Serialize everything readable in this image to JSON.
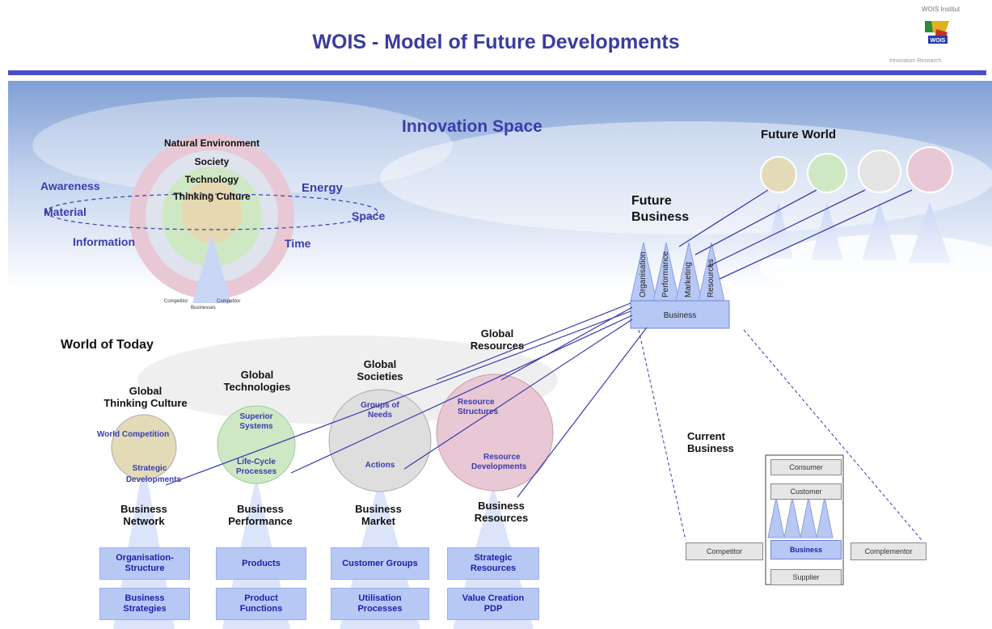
{
  "header": {
    "title": "WOIS - Model of Future Developments",
    "logo_top": "WOIS Institut",
    "logo_mark": "WOIS",
    "logo_bottom": "Innovation Research"
  },
  "innovation": {
    "title": "Innovation Space",
    "circle_labels": [
      "Natural Environment",
      "Society",
      "Technology",
      "Thinking Culture"
    ],
    "outer_left": [
      "Awareness",
      "Material",
      "Information"
    ],
    "outer_right": [
      "Energy",
      "Space",
      "Time"
    ],
    "base": [
      "Competitor",
      "Competitor",
      "Businesses"
    ]
  },
  "future_world": {
    "title": "Future World"
  },
  "future_business": {
    "title_line1": "Future",
    "title_line2": "Business",
    "pillars": [
      "Organisation",
      "Performance",
      "Marketing",
      "Resources"
    ],
    "box": "Business"
  },
  "today": {
    "title": "World of Today",
    "columns": [
      {
        "head1": "Global",
        "head2": "Thinking Culture",
        "inner": [
          "World Competition",
          "Strategic",
          "Developments"
        ],
        "biz1": "Business",
        "biz2": "Network",
        "box1": [
          "Organisation-",
          "Structure"
        ],
        "box2": [
          "Business",
          "Strategies"
        ]
      },
      {
        "head1": "Global",
        "head2": "Technologies",
        "inner": [
          "Superior",
          "Systems",
          "Life-Cycle",
          "Processes"
        ],
        "biz1": "Business",
        "biz2": "Performance",
        "box1": [
          "Products",
          ""
        ],
        "box2": [
          "Product",
          "Functions"
        ]
      },
      {
        "head1": "Global",
        "head2": "Societies",
        "inner": [
          "Groups of",
          "Needs",
          "Actions"
        ],
        "biz1": "Business",
        "biz2": "Market",
        "box1": [
          "Customer Groups",
          ""
        ],
        "box2": [
          "Utilisation",
          "Processes"
        ]
      },
      {
        "head1": "Global",
        "head2": "Resources",
        "inner": [
          "Resource",
          "Structures",
          "Resource",
          "Developments"
        ],
        "biz1": "Business",
        "biz2": "Resources",
        "box1": [
          "Strategic",
          "Resources"
        ],
        "box2": [
          "Value Creation",
          "PDP"
        ]
      }
    ]
  },
  "current_business": {
    "title_line1": "Current",
    "title_line2": "Business",
    "consumer": "Consumer",
    "customer": "Customer",
    "competitor": "Competitor",
    "business": "Business",
    "complementor": "Complementor",
    "supplier": "Supplier"
  },
  "colors": {
    "title": "#3a3c9e",
    "rule": "#4a4ec8",
    "sky": "#9fb8e0",
    "circle_pink": "#e8c8d4",
    "circle_green": "#cfe8c4",
    "circle_tan": "#e3dbb8",
    "circle_gray": "#dedede",
    "box_blue": "#b7c8f4",
    "text_blue": "#3a3cae"
  }
}
